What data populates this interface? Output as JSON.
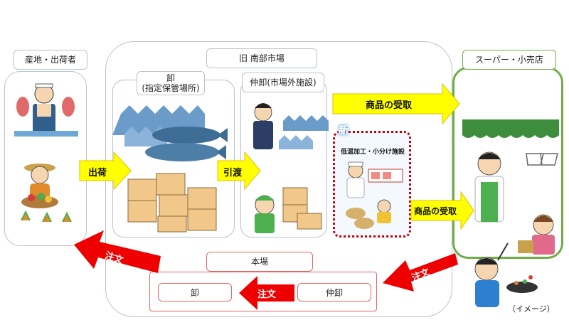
{
  "labels": {
    "origin": "産地・出荷者",
    "market_title": "旧 南部市場",
    "wholesaler_storage": "卸\n(指定保管場所)",
    "intermediate_offsite": "仲卸(市場外施設)",
    "supermarket": "スーパー・小売店",
    "main_market": "本場",
    "main_wholesaler": "卸",
    "main_intermediate": "仲卸",
    "processing": "低温加工・小分け施設",
    "new_badge": "新",
    "image_caption": "（イメージ）"
  },
  "arrows": {
    "shipment": "出荷",
    "transfer": "引渡",
    "receive_top": "商品の受取",
    "receive_mid": "商品の受取",
    "order_left": "注文",
    "order_center": "注文",
    "order_right": "注文"
  },
  "colors": {
    "yellow_arrow": "#ffff00",
    "red_arrow": "#ee0000",
    "panel_border": "#b9c3cc",
    "supermarket_border": "#70ad47",
    "processing_border": "#c00000"
  }
}
